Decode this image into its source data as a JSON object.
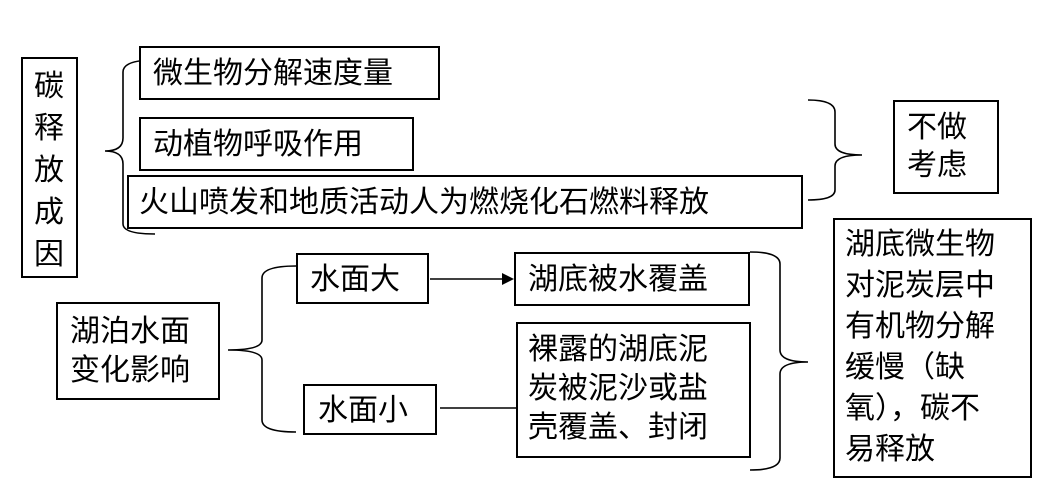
{
  "diagram": {
    "carbon_release": {
      "title_chars": [
        "碳",
        "释",
        "放",
        "成",
        "因"
      ],
      "causes": [
        "微生物分解速度量",
        "动植物呼吸作用",
        "火山喷发和地质活动人为燃烧化石燃料释放"
      ],
      "ignored_label_lines": [
        "不做",
        "考虑"
      ]
    },
    "lake_level": {
      "title_lines": [
        "湖泊水面",
        "变化影响"
      ],
      "high_water": {
        "label": "水面大",
        "result": "湖底被水覆盖"
      },
      "low_water": {
        "label": "水面小",
        "result_lines": [
          "裸露的湖底泥",
          "炭被泥沙或盐",
          "壳覆盖、封闭"
        ]
      },
      "conclusion_lines": [
        "湖底微生物",
        "对泥炭层中",
        "有机物分解",
        "缓慢（缺",
        "氧），碳不",
        "易释放"
      ]
    }
  }
}
